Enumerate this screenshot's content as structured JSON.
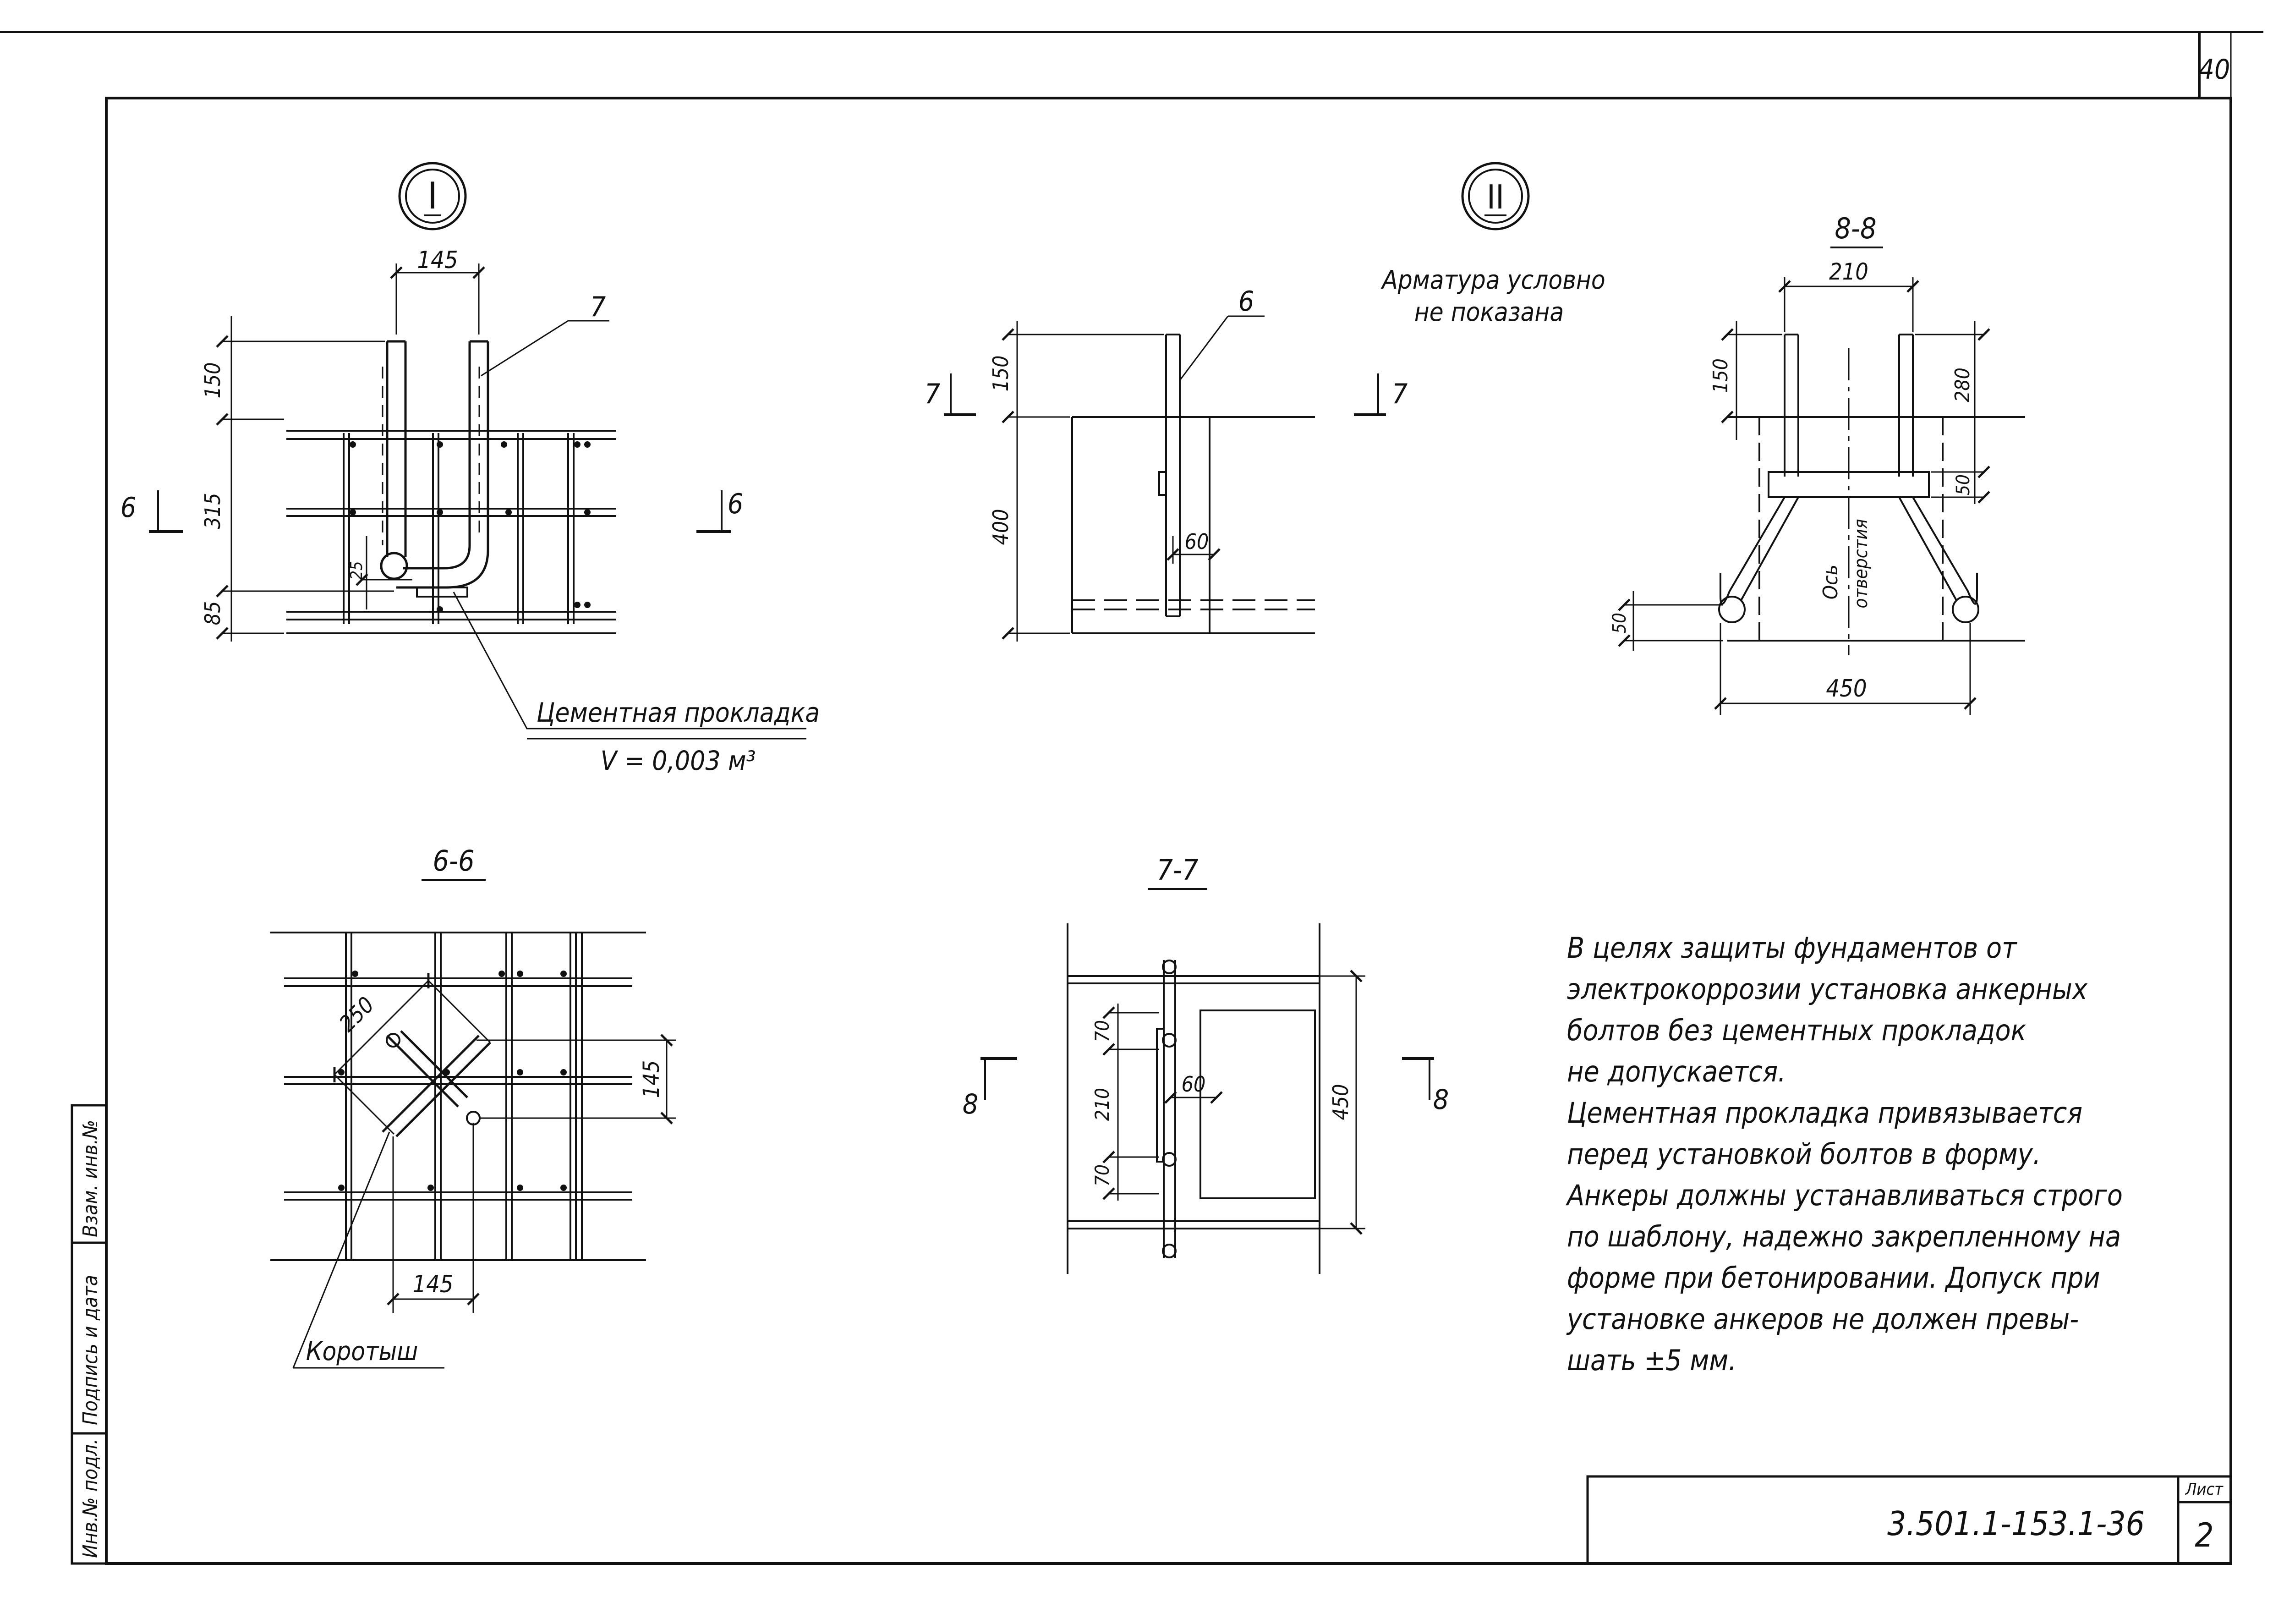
{
  "sheet": {
    "page_number": "40",
    "list_label": "Лист",
    "list_number": "2",
    "doc_code": "3.501.1-153.1-36",
    "side_stamps": [
      "Инв.№ подл.",
      "Подпись и дата",
      "Взам. инв.№"
    ]
  },
  "detail_I": {
    "marker": "I",
    "dims": [
      "145",
      "150",
      "315",
      "85",
      "25"
    ],
    "callout": "7",
    "section_mark": "6",
    "pad_label": "Цементная прокладка",
    "pad_volume": "V = 0,003 м³"
  },
  "detail_II": {
    "marker": "II",
    "note": [
      "Арматура условно",
      "не показана"
    ],
    "callout": "6",
    "section_mark": "7",
    "dims": [
      "150",
      "400",
      "60"
    ]
  },
  "section_8_8": {
    "title": "8-8",
    "dims": [
      "210",
      "150",
      "280",
      "50",
      "50",
      "450"
    ],
    "axis_label": [
      "Ось",
      "отверстия"
    ]
  },
  "section_6_6": {
    "title": "6-6",
    "dims": [
      "250",
      "145",
      "145"
    ],
    "label": "Коротыш"
  },
  "section_7_7": {
    "title": "7-7",
    "section_mark": "8",
    "dims": [
      "70",
      "210",
      "70",
      "60",
      "450"
    ]
  },
  "notes": [
    "В целях защиты фундаментов от",
    "электрокоррозии установка анкерных",
    "болтов без цементных прокладок",
    "не допускается.",
    "Цементная прокладка привязывается",
    "перед установкой болтов в форму.",
    "Анкеры должны устанавливаться строго",
    "по шаблону, надежно закрепленному на",
    "форме при бетонировании. Допуск при",
    "установке анкеров не должен превы-",
    "шать ±5 мм."
  ]
}
